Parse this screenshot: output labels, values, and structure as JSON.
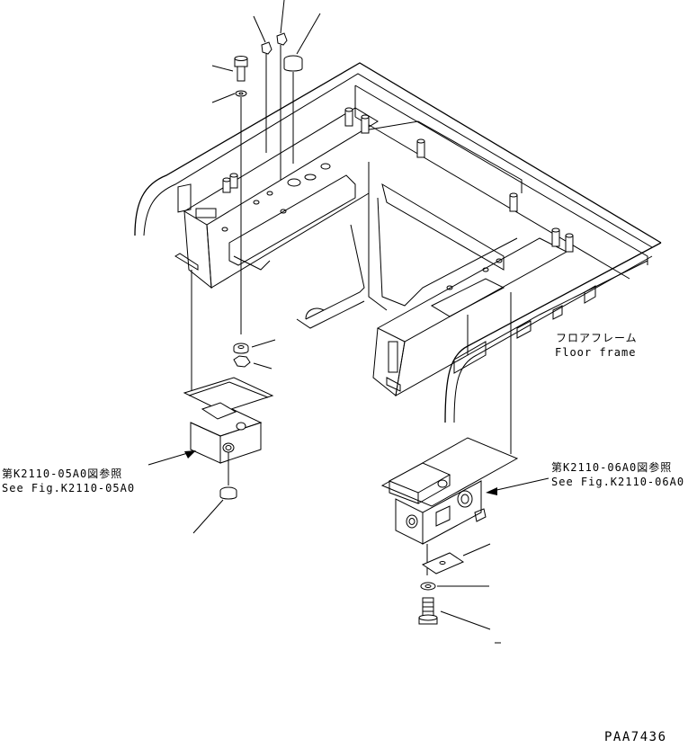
{
  "diagram": {
    "annotations": {
      "floor_frame_jp": "フロアフレーム",
      "floor_frame_en": "Floor frame",
      "ref_left_jp": "第K2110-05A0図参照",
      "ref_left_en": "See Fig.K2110-05A0",
      "ref_right_jp": "第K2110-06A0図参照",
      "ref_right_en": "See Fig.K2110-06A0"
    },
    "drawing_code": "PAA7436",
    "line_color": "#000000",
    "background_color": "#ffffff"
  }
}
